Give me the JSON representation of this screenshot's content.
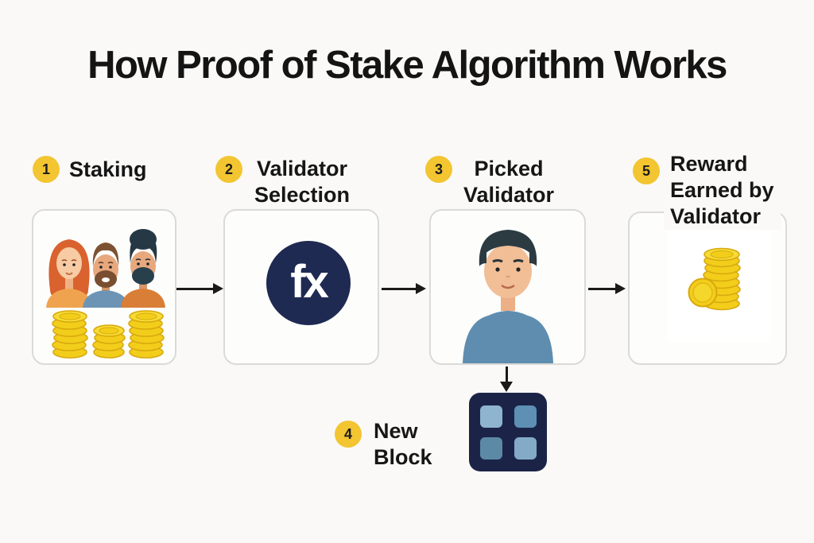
{
  "title": "How Proof of Stake Algorithm Works",
  "steps": {
    "s1": {
      "number": "1",
      "lines": [
        "Staking"
      ]
    },
    "s2": {
      "number": "2",
      "lines": [
        "Validator",
        "Selection"
      ]
    },
    "s3": {
      "number": "3",
      "lines": [
        "Picked",
        "Validator"
      ]
    },
    "s4": {
      "number": "4",
      "lines": [
        "New",
        "Block"
      ]
    },
    "s5": {
      "number": "5",
      "lines": [
        "Reward",
        "Earned by",
        "Validator"
      ]
    }
  },
  "fx_icon_text": "fx",
  "icons": {
    "step1": "stakers-and-coins-illustration",
    "step2": "fx-function-icon",
    "step3": "validator-avatar-illustration",
    "step4": "new-block-grid-icon",
    "step5": "coin-stack-illustration"
  },
  "colors": {
    "background": "#FAF9F7",
    "badge": "#F2C531",
    "title_text": "#141414",
    "box_border": "#DADAD6",
    "box_fill": "#FDFDFB",
    "arrow": "#191919",
    "fx_circle": "#1F2A52",
    "block_fill": "#1B2447",
    "block_cells": [
      "#8FB4CF",
      "#5E8FB4",
      "#5C89A6",
      "#83ABC8"
    ],
    "coin_gold": "#F2CE1B",
    "coin_edge": "#D8A90F"
  }
}
